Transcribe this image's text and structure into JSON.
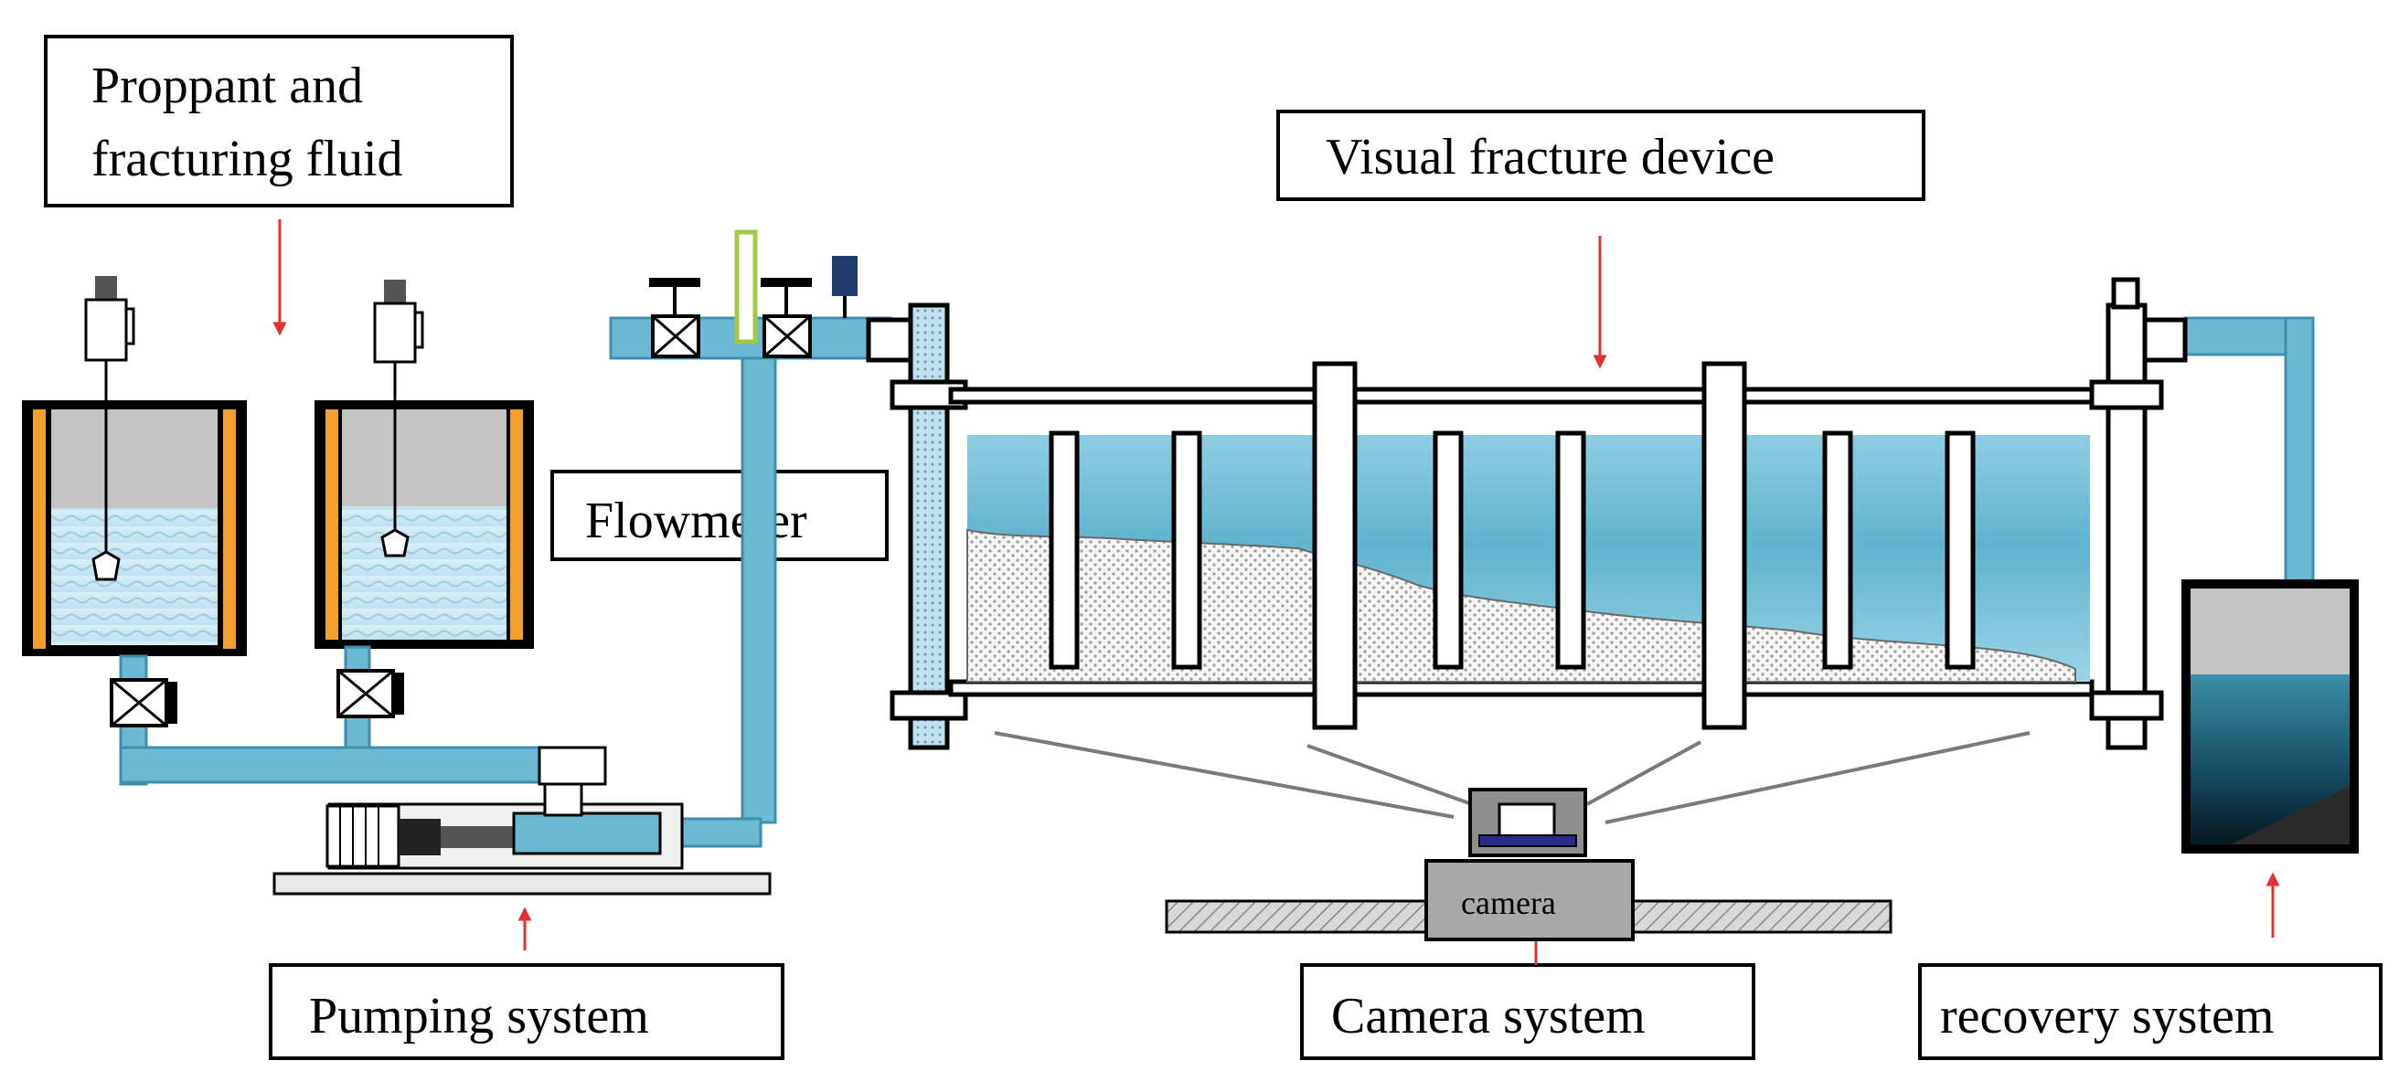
{
  "labels": {
    "proppant_line1": "Proppant and",
    "proppant_line2": "fracturing fluid",
    "visual_fracture": "Visual fracture device",
    "flowmeter": "Flowmeter",
    "pumping": "Pumping system",
    "camera_system": "Camera system",
    "recovery": "recovery system",
    "camera": "camera"
  },
  "colors": {
    "pipe": "#6BB9D3",
    "pipe_edge": "#3E8FAE",
    "fluid_light": "#CFE8F2",
    "fluid_deep": "#5FB3CE",
    "heater": "#F0A030",
    "tank_top": "#C4C4C4",
    "arrow": "#E03030",
    "rail": "#BEBEBE",
    "camera_body": "#A8A8A8",
    "lens": "#2A2A8A",
    "recovery_dark": "#0C2430"
  },
  "icons": [
    "mixer-motor-icon",
    "valve-icon",
    "pump-motor-icon",
    "camera-icon"
  ]
}
